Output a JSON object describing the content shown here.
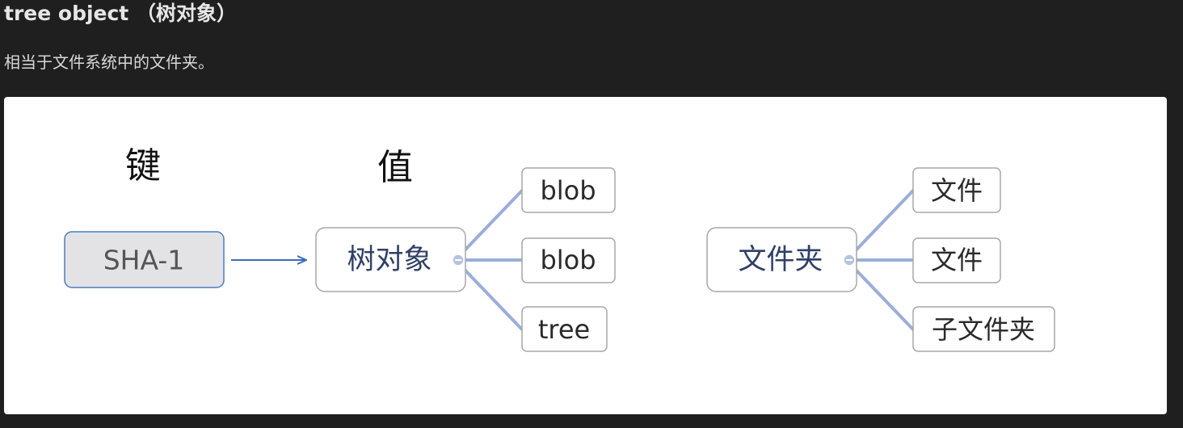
{
  "heading": "tree object （树对象）",
  "paragraph": "相当于文件系统中的文件夹。",
  "diagram": {
    "key_column_label": "键",
    "value_column_label": "值",
    "key_node": "SHA-1",
    "tree_node": "树对象",
    "tree_children": [
      "blob",
      "blob",
      "tree"
    ],
    "folder_node": "文件夹",
    "folder_children": [
      "文件",
      "文件",
      "子文件夹"
    ],
    "colors": {
      "connector": "#9aaed8",
      "arrow": "#3a6bb8",
      "key_fill": "#e3e3e6",
      "key_border": "#4a7cc2",
      "node_border": "#a7a7a7"
    }
  }
}
